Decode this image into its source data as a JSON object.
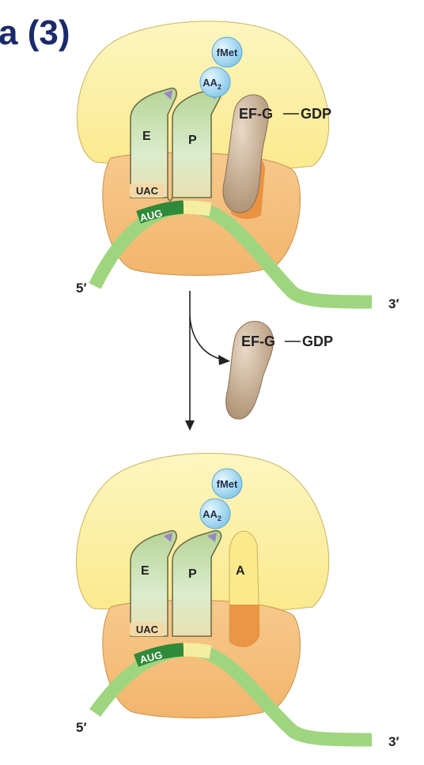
{
  "heading": "a (3)",
  "top_panel": {
    "amino_acid_top": "fMet",
    "amino_acid_second": "AA",
    "amino_acid_second_sub": "2",
    "site_e": "E",
    "site_p": "P",
    "anticodon": "UAC",
    "codon": "AUG",
    "factor": "EF-G",
    "factor_nucleotide": "GDP",
    "mrna_5": "5′",
    "mrna_3": "3′"
  },
  "released": {
    "factor": "EF-G",
    "factor_nucleotide": "GDP"
  },
  "bottom_panel": {
    "amino_acid_top": "fMet",
    "amino_acid_second": "AA",
    "amino_acid_second_sub": "2",
    "site_e": "E",
    "site_p": "P",
    "site_a": "A",
    "anticodon": "UAC",
    "codon": "AUG",
    "mrna_5": "5′",
    "mrna_3": "3′"
  },
  "colors": {
    "large_subunit": "#fbee9c",
    "small_subunit": "#f3bb74",
    "a_site_pocket": "#e88d3c",
    "trna": "#cfe3b0",
    "mrna": "#9fd57f",
    "efg": "#c8ad93",
    "amino_acid_ball": "#a9daf2",
    "heading": "#1b2a6b"
  }
}
